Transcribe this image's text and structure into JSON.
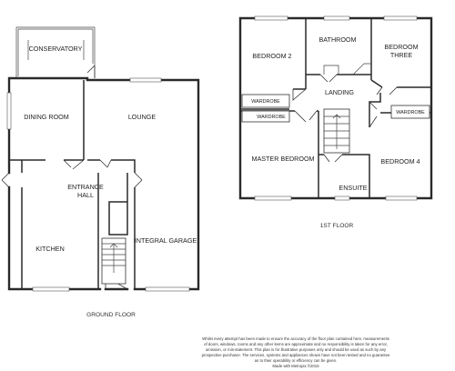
{
  "ground_floor": {
    "caption": "GROUND FLOOR",
    "rooms": {
      "conservatory": "CONSERVATORY",
      "dining_room": "DINING ROOM",
      "lounge": "LOUNGE",
      "entrance_hall_1": "ENTRANCE",
      "entrance_hall_2": "HALL",
      "kitchen": "KITCHEN",
      "integral_garage": "INTEGRAL GARAGE"
    }
  },
  "first_floor": {
    "caption": "1ST FLOOR",
    "rooms": {
      "bedroom2": "BEDROOM 2",
      "bathroom": "BATHROOM",
      "bedroom3_1": "BEDROOM",
      "bedroom3_2": "THREE",
      "landing": "LANDING",
      "master_bedroom": "MASTER BEDROOM",
      "bedroom4": "BEDROOM 4",
      "ensuite": "ENSUITE",
      "wardrobe_a": "WARDROBE",
      "wardrobe_b": "WARDROBE",
      "wardrobe_c": "WARDROBE"
    }
  },
  "disclaimer": {
    "line1": "Whilst every attempt has been made to ensure the accuracy of the floor plan contained here, measurements",
    "line2": "of doors, windows, rooms and any other items are approximate and no responsibility is taken for any error,",
    "line3": "omission, or mis-statement. This plan is for illustrative purposes only and should be used as such by any",
    "line4": "prospective purchaser. The services, systems and appliances shown have not been tested and no guarantee",
    "line5": "as to their operability or efficiency can be given.",
    "line6": "Made with Metropix ©2016"
  }
}
